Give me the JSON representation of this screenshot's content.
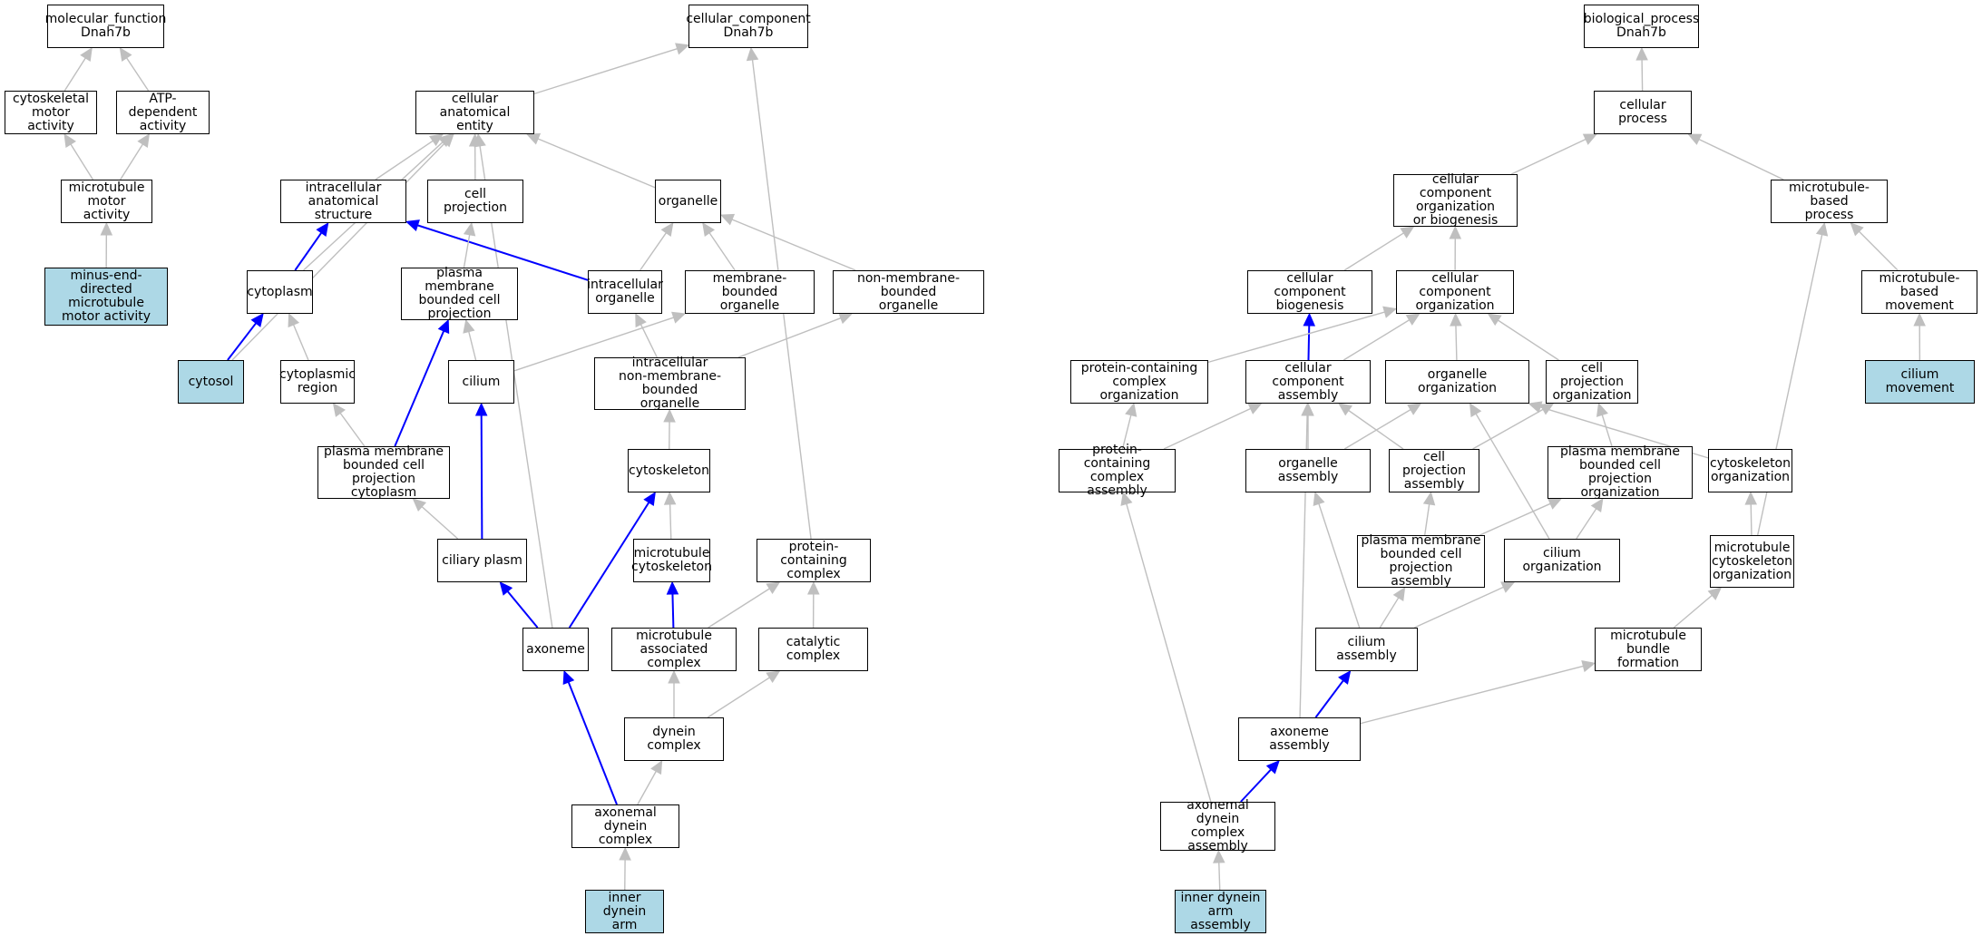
{
  "colors": {
    "edge": "#bfbfbf",
    "highlight_edge": "#0000ff",
    "highlight_fill": "#add8e6"
  },
  "nodes": [
    {
      "id": "mf",
      "label": "molecular_function\nDnah7b"
    },
    {
      "id": "cytoskeletal-motor",
      "label": "cytoskeletal\nmotor activity"
    },
    {
      "id": "atp-dependent",
      "label": "ATP-dependent\nactivity"
    },
    {
      "id": "mt-motor",
      "label": "microtubule\nmotor activity"
    },
    {
      "id": "minus-end",
      "label": "minus-end-directed\nmicrotubule\nmotor activity",
      "highlight": true
    },
    {
      "id": "cc",
      "label": "cellular_component\nDnah7b"
    },
    {
      "id": "cae",
      "label": "cellular anatomical\nentity"
    },
    {
      "id": "ias",
      "label": "intracellular\nanatomical structure"
    },
    {
      "id": "cellproj",
      "label": "cell projection"
    },
    {
      "id": "organelle",
      "label": "organelle"
    },
    {
      "id": "cytoplasm",
      "label": "cytoplasm"
    },
    {
      "id": "pmbcp",
      "label": "plasma membrane\nbounded cell\nprojection"
    },
    {
      "id": "intra-org",
      "label": "intracellular\norganelle"
    },
    {
      "id": "mem-org",
      "label": "membrane-bounded\norganelle"
    },
    {
      "id": "nonmem-org",
      "label": "non-membrane-bounded\norganelle"
    },
    {
      "id": "cytosol",
      "label": "cytosol",
      "highlight": true
    },
    {
      "id": "cyto-region",
      "label": "cytoplasmic\nregion"
    },
    {
      "id": "cilium",
      "label": "cilium"
    },
    {
      "id": "intra-nonmem",
      "label": "intracellular\nnon-membrane-bounded\norganelle"
    },
    {
      "id": "pmbcpc",
      "label": "plasma membrane\nbounded cell\nprojection cytoplasm"
    },
    {
      "id": "cytoskeleton",
      "label": "cytoskeleton"
    },
    {
      "id": "ciliary-plasm",
      "label": "ciliary plasm"
    },
    {
      "id": "mt-cytoskeleton",
      "label": "microtubule\ncytoskeleton"
    },
    {
      "id": "protein-complex",
      "label": "protein-containing\ncomplex"
    },
    {
      "id": "axoneme",
      "label": "axoneme"
    },
    {
      "id": "mt-assoc",
      "label": "microtubule\nassociated complex"
    },
    {
      "id": "catalytic",
      "label": "catalytic complex"
    },
    {
      "id": "dynein-complex",
      "label": "dynein complex"
    },
    {
      "id": "axonemal-dynein",
      "label": "axonemal dynein\ncomplex"
    },
    {
      "id": "inner-arm",
      "label": "inner dynein\narm",
      "highlight": true
    },
    {
      "id": "bp",
      "label": "biological_process\nDnah7b"
    },
    {
      "id": "cell-process",
      "label": "cellular process"
    },
    {
      "id": "ccob",
      "label": "cellular component\norganization\nor biogenesis"
    },
    {
      "id": "mt-process",
      "label": "microtubule-based\nprocess"
    },
    {
      "id": "cc-biogenesis",
      "label": "cellular component\nbiogenesis"
    },
    {
      "id": "cc-org",
      "label": "cellular component\norganization"
    },
    {
      "id": "mt-movement",
      "label": "microtubule-based\nmovement"
    },
    {
      "id": "pc-org",
      "label": "protein-containing\ncomplex organization"
    },
    {
      "id": "cc-assembly",
      "label": "cellular component\nassembly"
    },
    {
      "id": "organelle-org",
      "label": "organelle organization"
    },
    {
      "id": "cp-org",
      "label": "cell projection\norganization"
    },
    {
      "id": "cilium-movement",
      "label": "cilium movement",
      "highlight": true
    },
    {
      "id": "pc-assembly",
      "label": "protein-containing\ncomplex assembly"
    },
    {
      "id": "organelle-assembly",
      "label": "organelle assembly"
    },
    {
      "id": "cp-assembly",
      "label": "cell projection\nassembly"
    },
    {
      "id": "pmbcp-org",
      "label": "plasma membrane\nbounded cell\nprojection organization"
    },
    {
      "id": "cytoskeleton-org",
      "label": "cytoskeleton\norganization"
    },
    {
      "id": "pmbcp-assembly",
      "label": "plasma membrane\nbounded cell\nprojection assembly"
    },
    {
      "id": "cilium-org",
      "label": "cilium organization"
    },
    {
      "id": "mtc-org",
      "label": "microtubule\ncytoskeleton\norganization"
    },
    {
      "id": "cilium-assembly",
      "label": "cilium assembly"
    },
    {
      "id": "mt-bundle",
      "label": "microtubule\nbundle formation"
    },
    {
      "id": "axoneme-assembly",
      "label": "axoneme assembly"
    },
    {
      "id": "axonemal-dynein-assembly",
      "label": "axonemal dynein\ncomplex assembly"
    },
    {
      "id": "inner-arm-assembly",
      "label": "inner dynein\narm assembly",
      "highlight": true
    }
  ],
  "edges": [
    {
      "from": "cytoskeletal-motor",
      "to": "mf"
    },
    {
      "from": "atp-dependent",
      "to": "mf"
    },
    {
      "from": "mt-motor",
      "to": "cytoskeletal-motor"
    },
    {
      "from": "mt-motor",
      "to": "atp-dependent"
    },
    {
      "from": "minus-end",
      "to": "mt-motor"
    },
    {
      "from": "cae",
      "to": "cc"
    },
    {
      "from": "protein-complex",
      "to": "cc"
    },
    {
      "from": "ias",
      "to": "cae"
    },
    {
      "from": "cellproj",
      "to": "cae"
    },
    {
      "from": "organelle",
      "to": "cae"
    },
    {
      "from": "cytoplasm",
      "to": "cae"
    },
    {
      "from": "cytosol",
      "to": "cae"
    },
    {
      "from": "axoneme",
      "to": "cae"
    },
    {
      "from": "cytoplasm",
      "to": "ias",
      "highlight": true
    },
    {
      "from": "intra-org",
      "to": "ias",
      "highlight": true
    },
    {
      "from": "pmbcp",
      "to": "cellproj"
    },
    {
      "from": "intra-org",
      "to": "organelle"
    },
    {
      "from": "mem-org",
      "to": "organelle"
    },
    {
      "from": "nonmem-org",
      "to": "organelle"
    },
    {
      "from": "cytosol",
      "to": "cytoplasm",
      "highlight": true
    },
    {
      "from": "cyto-region",
      "to": "cytoplasm"
    },
    {
      "from": "cilium",
      "to": "pmbcp"
    },
    {
      "from": "pmbcpc",
      "to": "pmbcp",
      "highlight": true
    },
    {
      "from": "cilium",
      "to": "mem-org"
    },
    {
      "from": "intra-nonmem",
      "to": "intra-org"
    },
    {
      "from": "intra-nonmem",
      "to": "nonmem-org"
    },
    {
      "from": "pmbcpc",
      "to": "cyto-region"
    },
    {
      "from": "ciliary-plasm",
      "to": "cilium",
      "highlight": true
    },
    {
      "from": "cytoskeleton",
      "to": "intra-nonmem"
    },
    {
      "from": "ciliary-plasm",
      "to": "pmbcpc"
    },
    {
      "from": "mt-cytoskeleton",
      "to": "cytoskeleton"
    },
    {
      "from": "axoneme",
      "to": "cytoskeleton",
      "highlight": true
    },
    {
      "from": "axoneme",
      "to": "ciliary-plasm",
      "highlight": true
    },
    {
      "from": "mt-assoc",
      "to": "mt-cytoskeleton",
      "highlight": true
    },
    {
      "from": "mt-assoc",
      "to": "protein-complex"
    },
    {
      "from": "catalytic",
      "to": "protein-complex"
    },
    {
      "from": "dynein-complex",
      "to": "mt-assoc"
    },
    {
      "from": "dynein-complex",
      "to": "catalytic"
    },
    {
      "from": "axonemal-dynein",
      "to": "axoneme",
      "highlight": true
    },
    {
      "from": "axonemal-dynein",
      "to": "dynein-complex"
    },
    {
      "from": "inner-arm",
      "to": "axonemal-dynein"
    },
    {
      "from": "cell-process",
      "to": "bp"
    },
    {
      "from": "ccob",
      "to": "cell-process"
    },
    {
      "from": "mt-process",
      "to": "cell-process"
    },
    {
      "from": "cc-biogenesis",
      "to": "ccob"
    },
    {
      "from": "cc-org",
      "to": "ccob"
    },
    {
      "from": "mt-movement",
      "to": "mt-process"
    },
    {
      "from": "mtc-org",
      "to": "mt-process"
    },
    {
      "from": "cc-assembly",
      "to": "cc-biogenesis",
      "highlight": true
    },
    {
      "from": "pc-org",
      "to": "cc-org"
    },
    {
      "from": "cc-assembly",
      "to": "cc-org"
    },
    {
      "from": "organelle-org",
      "to": "cc-org"
    },
    {
      "from": "cp-org",
      "to": "cc-org"
    },
    {
      "from": "cilium-movement",
      "to": "mt-movement"
    },
    {
      "from": "pc-assembly",
      "to": "pc-org"
    },
    {
      "from": "pc-assembly",
      "to": "cc-assembly"
    },
    {
      "from": "organelle-assembly",
      "to": "cc-assembly"
    },
    {
      "from": "cp-assembly",
      "to": "cc-assembly"
    },
    {
      "from": "axoneme-assembly",
      "to": "cc-assembly"
    },
    {
      "from": "organelle-assembly",
      "to": "organelle-org"
    },
    {
      "from": "cytoskeleton-org",
      "to": "organelle-org"
    },
    {
      "from": "cilium-org",
      "to": "organelle-org"
    },
    {
      "from": "cp-assembly",
      "to": "cp-org"
    },
    {
      "from": "pmbcp-org",
      "to": "cp-org"
    },
    {
      "from": "pmbcp-assembly",
      "to": "pmbcp-org"
    },
    {
      "from": "cilium-org",
      "to": "pmbcp-org"
    },
    {
      "from": "mtc-org",
      "to": "cytoskeleton-org"
    },
    {
      "from": "pmbcp-assembly",
      "to": "cp-assembly"
    },
    {
      "from": "cilium-assembly",
      "to": "organelle-assembly"
    },
    {
      "from": "cilium-assembly",
      "to": "pmbcp-assembly"
    },
    {
      "from": "cilium-assembly",
      "to": "cilium-org"
    },
    {
      "from": "mt-bundle",
      "to": "mtc-org"
    },
    {
      "from": "axoneme-assembly",
      "to": "cilium-assembly",
      "highlight": true
    },
    {
      "from": "axoneme-assembly",
      "to": "mt-bundle"
    },
    {
      "from": "axonemal-dynein-assembly",
      "to": "axoneme-assembly",
      "highlight": true
    },
    {
      "from": "axonemal-dynein-assembly",
      "to": "pc-assembly"
    },
    {
      "from": "inner-arm-assembly",
      "to": "axonemal-dynein-assembly"
    }
  ]
}
